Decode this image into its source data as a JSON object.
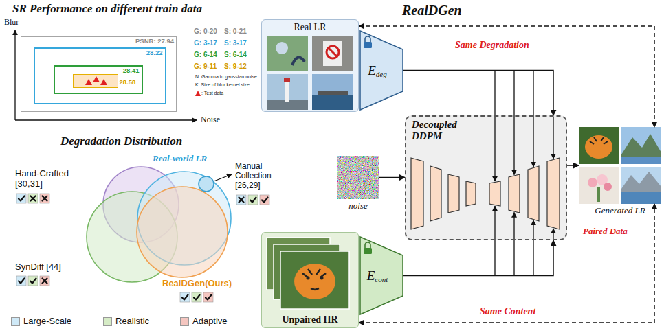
{
  "diagram": {
    "nodes": [
      {
        "text": [
          "PSNR: 27.94"
        ]
      },
      {
        "text": [
          "28.22"
        ],
        "in": 0
      },
      {
        "text": [
          "28.41"
        ],
        "in": 1
      },
      {
        "text": [
          "28.58"
        ],
        "in": 2
      },
      {
        "text": [
          "Real LR"
        ]
      },
      {
        "text": [
          "E",
          "deg"
        ]
      },
      {
        "text": [
          "noise"
        ]
      },
      {
        "text": [
          "Decoupled DDPM"
        ]
      },
      {
        "text": [
          "Generated LR"
        ]
      },
      {
        "text": [
          "Unpaired HR"
        ]
      },
      {
        "text": [
          "E",
          "cont"
        ]
      }
    ],
    "edges": [
      {
        "from": 4,
        "to": 8,
        "label": "Same Degradation",
        "arrow": "both"
      },
      {
        "from": 5,
        "to": 7,
        "arrow": "to"
      },
      {
        "from": 6,
        "to": 7,
        "arrow": "to"
      },
      {
        "from": 7,
        "to": 8,
        "arrow": "to"
      },
      {
        "from": 10,
        "to": 7,
        "arrow": "to"
      },
      {
        "from": 9,
        "to": 8,
        "label": "Same Content",
        "arrow": "both"
      }
    ],
    "labels": [
      "SR Performance on different train data",
      "Blur",
      "Noise",
      "G: 0-20",
      "S: 0-21",
      "G: 3-17",
      "S: 3-17",
      "G: 6-14",
      "S: 6-14",
      "G: 9-11",
      "S: 9-12",
      "N: Gamma in gaussian noise",
      "K: Size of blur kernel size",
      ": Test data",
      "Degradation Distribution",
      "Real-world LR",
      "Manual Collection [26,29]",
      "Hand-Crafted [30,31]",
      "SynDiff [44]",
      "RealDGen(Ours)",
      "RealDGen",
      "Paired Data"
    ],
    "legend": [
      {
        "text": "Large-Scale",
        "color": "#cfe9f7"
      },
      {
        "text": "Realistic",
        "color": "#d6ecc6"
      },
      {
        "text": "Adaptive",
        "color": "#f5c6c0"
      }
    ]
  }
}
